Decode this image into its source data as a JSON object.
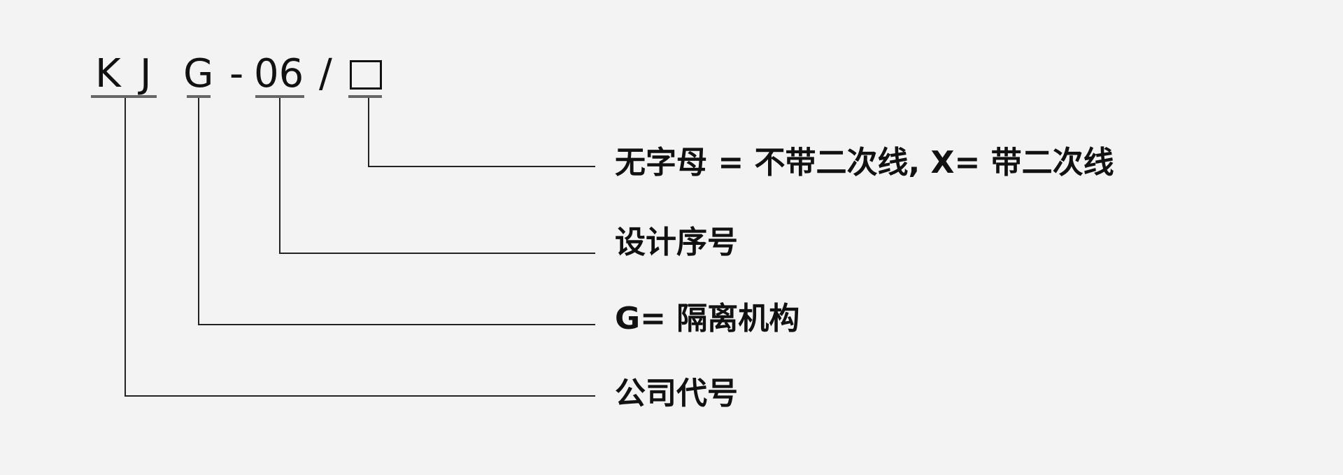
{
  "code": {
    "parts": [
      "K",
      "J",
      "G",
      "-",
      "06",
      "/"
    ],
    "placeholder_box": "□"
  },
  "labels": [
    "无字母 = 不带二次线, X= 带二次线",
    "设计序号",
    "G= 隔离机构",
    "公司代号"
  ]
}
